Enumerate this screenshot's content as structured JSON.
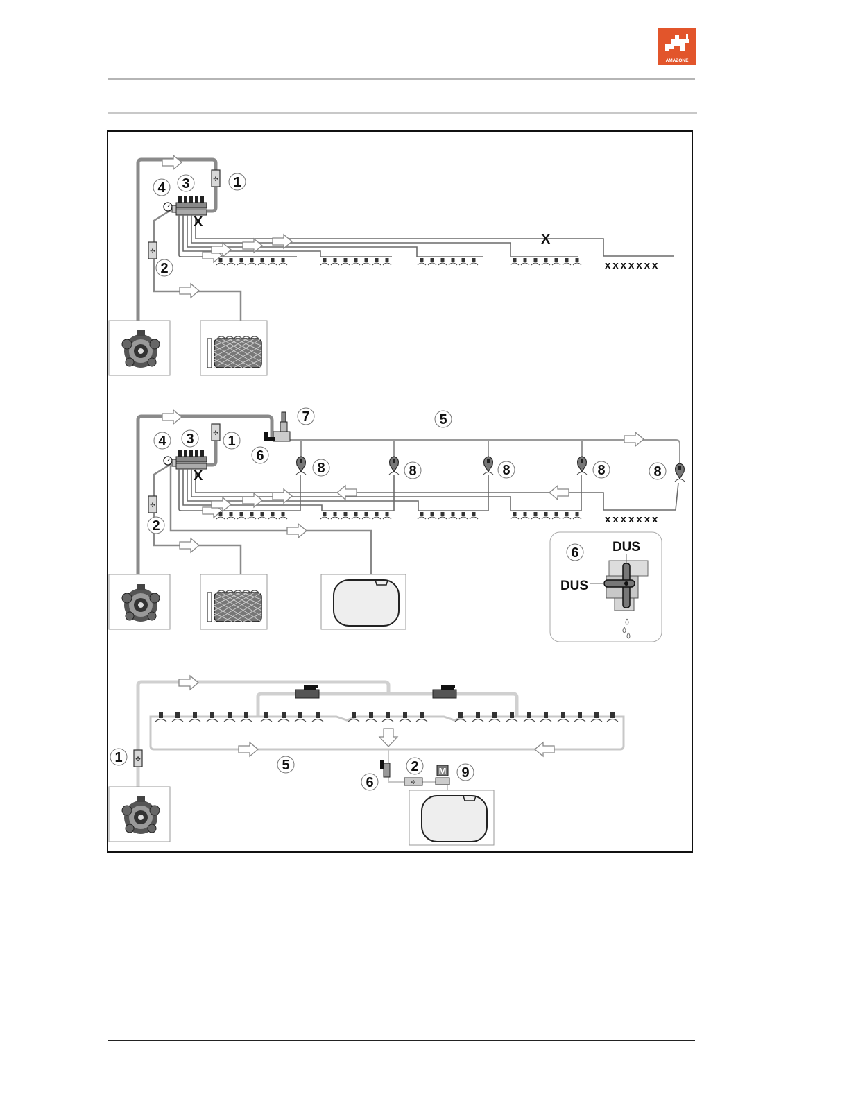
{
  "header": {
    "logo": {
      "icon": "amazone-logo-icon",
      "text": "AMAZONE",
      "color": "#e2552b"
    }
  },
  "colors": {
    "pipe_dark": "#8a8a8a",
    "pipe_light": "#cfcfcf",
    "ink": "#111111"
  },
  "figure": {
    "panel_top": {
      "callouts": {
        "c1": "1",
        "c2": "2",
        "c3": "3",
        "c4": "4"
      },
      "markers": {
        "closed_a": "X",
        "closed_b": "X",
        "end_nozzles": "xxxxxxx"
      }
    },
    "panel_middle": {
      "callouts": {
        "c1": "1",
        "c2": "2",
        "c3": "3",
        "c4": "4",
        "c5": "5",
        "c6": "6",
        "c7": "7",
        "c8a": "8",
        "c8b": "8",
        "c8c": "8",
        "c8d": "8",
        "c8e": "8"
      },
      "markers": {
        "closed_a": "X",
        "end_nozzles": "xxxxxxx"
      },
      "inset": {
        "callout": "6",
        "label_top": "DUS",
        "label_left": "DUS"
      }
    },
    "panel_bottom": {
      "callouts": {
        "c1": "1",
        "c2": "2",
        "c5": "5",
        "c6": "6",
        "c9": "9"
      },
      "motor_label": "M"
    }
  }
}
